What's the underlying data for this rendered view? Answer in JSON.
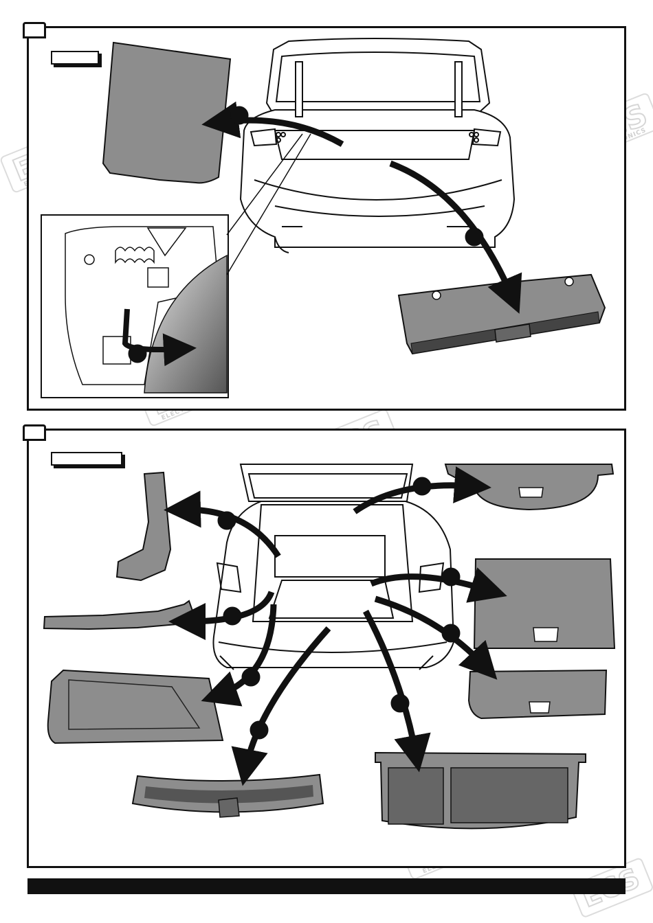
{
  "figure": {
    "brand_watermark": "ECS",
    "brand_watermark_sub": "ELECTRONICS",
    "colors": {
      "outline": "#111111",
      "part_fill": "#8a8a8a",
      "part_fill_dark": "#6f6f6f",
      "arrow": "#111111",
      "watermark": "#d6d6d6",
      "footer_bar": "#111111"
    },
    "steps": [
      {
        "id": 1,
        "panel": "top"
      },
      {
        "id": 2,
        "panel": "bottom"
      }
    ]
  }
}
